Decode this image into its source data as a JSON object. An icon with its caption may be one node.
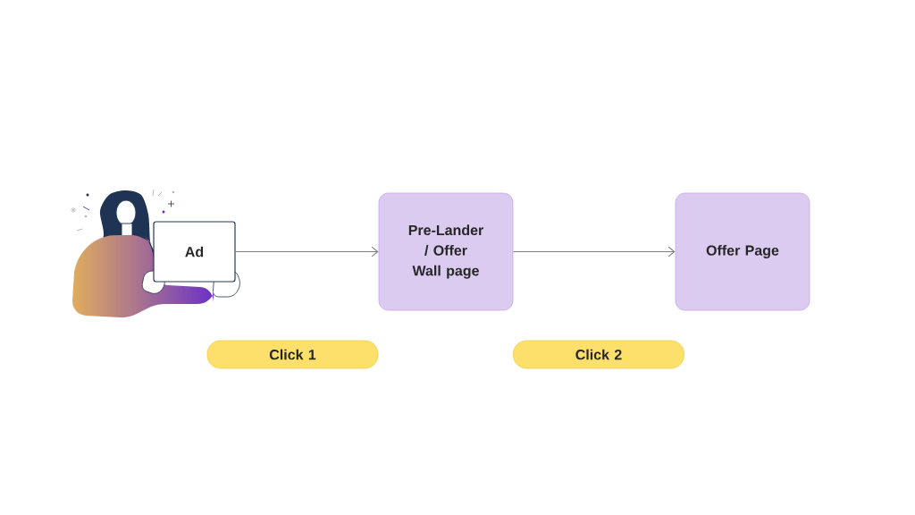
{
  "diagram": {
    "nodes": [
      {
        "text": [
          "Ad"
        ]
      },
      {
        "text": [
          "Pre-Lander / Offer Wall page"
        ]
      },
      {
        "text": [
          "Offer Page"
        ]
      },
      {
        "text": [
          "Click 1"
        ]
      },
      {
        "text": [
          "Click 2"
        ]
      }
    ],
    "edges": [
      {
        "from": 0,
        "to": 1,
        "arrow": "to"
      },
      {
        "from": 1,
        "to": 2,
        "arrow": "to"
      }
    ]
  }
}
